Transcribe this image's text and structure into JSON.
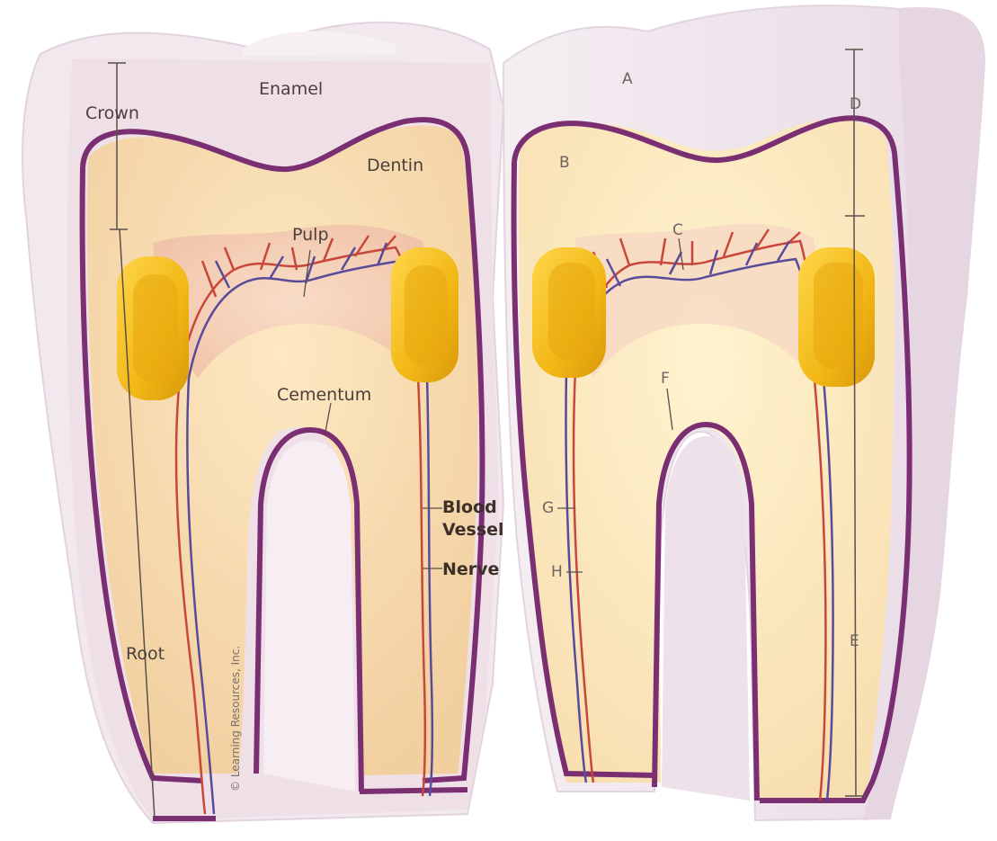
{
  "left_model": {
    "labels": {
      "crown": "Crown",
      "enamel": "Enamel",
      "dentin": "Dentin",
      "pulp": "Pulp",
      "cementum": "Cementum",
      "blood_vessel_line1": "Blood",
      "blood_vessel_line2": "Vessel",
      "nerve": "Nerve",
      "root": "Root"
    },
    "copyright": "© Learning Resources, Inc."
  },
  "right_model": {
    "letters": {
      "a": "A",
      "b": "B",
      "c": "C",
      "d": "D",
      "e": "E",
      "f": "F",
      "g": "G",
      "h": "H"
    }
  },
  "colors": {
    "enamel_outline": "#7b2f73",
    "dentin": "#f6d8ad",
    "pulp": "#f2c4b0",
    "artery": "#c9473a",
    "vein": "#5a4b9a",
    "holder_gold": "#f0b91a"
  }
}
